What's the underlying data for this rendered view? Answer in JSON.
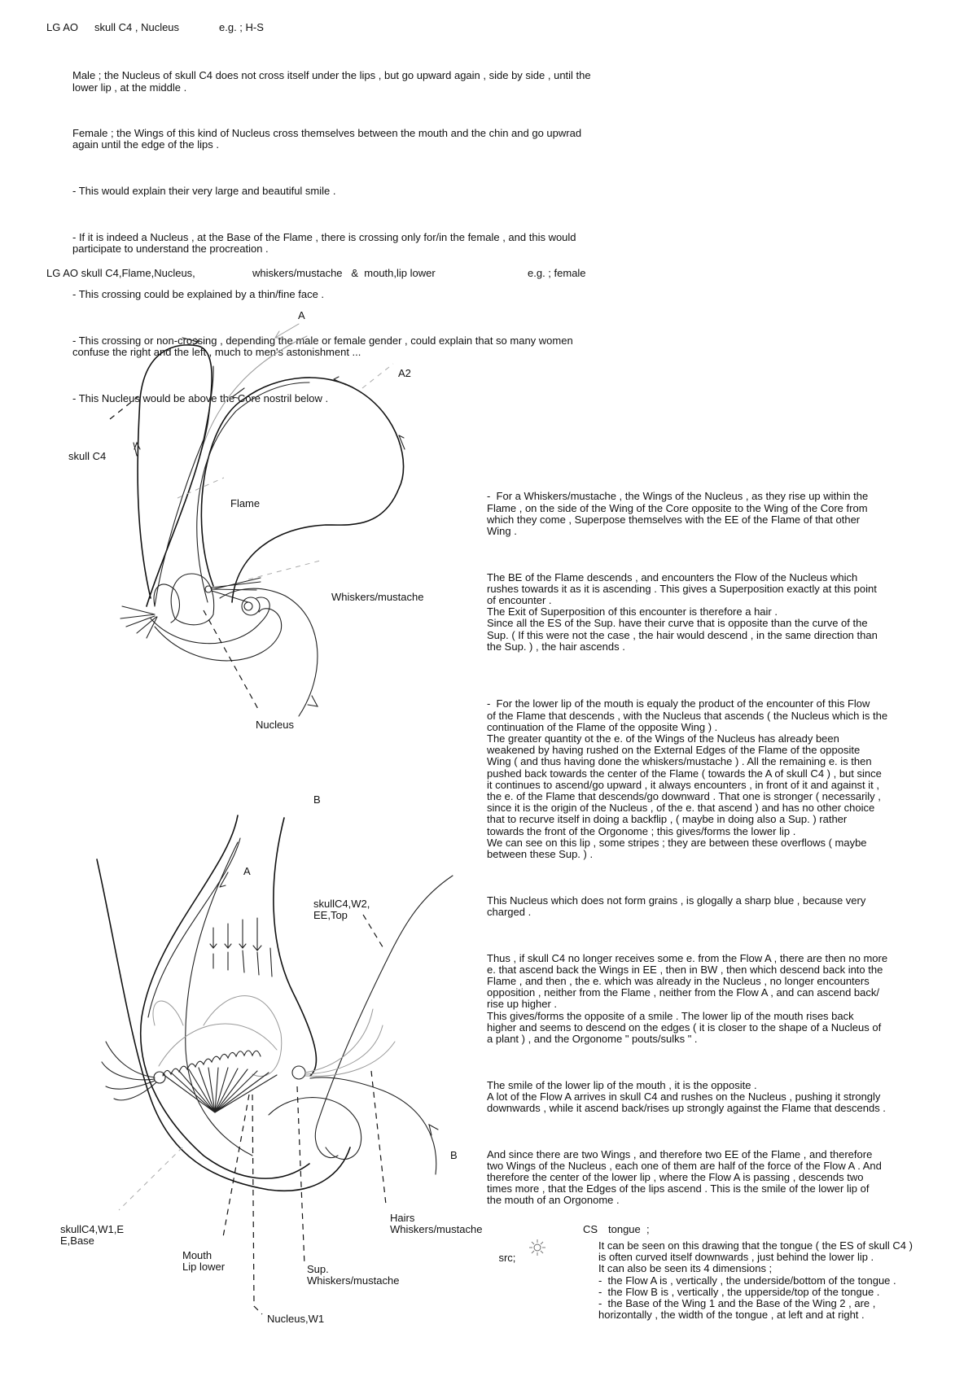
{
  "section1": {
    "header": {
      "prefix": "LG AO",
      "topic": "skull C4 , Nucleus",
      "example": "e.g. ; H-S"
    },
    "paragraphs": [
      "Male ; the Nucleus of skull C4 does not cross itself under the lips , but go upward again , side by side , until the\nlower lip , at the middle .",
      "Female ; the Wings of this kind of Nucleus cross themselves between the mouth and the chin and go upwrad\nagain until the edge of the lips .",
      "- This would explain their very large and beautiful smile .",
      "- If it is indeed a Nucleus , at the Base of the Flame , there is crossing only for/in the female , and this would\nparticipate to understand the procreation .",
      "- This crossing could be explained by a thin/fine face .",
      "- This crossing or non-crossing , depending the male or female gender , could explain that so many women\nconfuse the right and the left , much to men's astonishment ...",
      "- This Nucleus would be above the Core nostril below ."
    ]
  },
  "section2": {
    "header": {
      "prefix": "LG AO skull C4,Flame,Nucleus,",
      "topic": "whiskers/mustache   &  mouth,lip lower",
      "example": "e.g. ; female"
    },
    "drawing1_labels": {
      "a": "A",
      "a2": "A2",
      "skull": "skull C4",
      "flame": "Flame",
      "whiskers": "Whiskers/mustache",
      "nucleus": "Nucleus",
      "b": "B"
    },
    "drawing2_labels": {
      "a": "A",
      "w2": "skullC4,W2,\nEE,Top",
      "b": "B",
      "hairs": "Hairs\nWhiskers/mustache",
      "w1": "skullC4,W1,E\nE,Base",
      "mouth": "Mouth\nLip lower",
      "sup": "Sup.\nWhiskers/mustache",
      "nucleus_w1": "Nucleus,W1"
    },
    "text_blocks": [
      "-  For a Whiskers/mustache , the Wings of the Nucleus , as they rise up within the\nFlame , on the side of the Wing of the Core opposite to the Wing of the Core from\nwhich they come , Superpose themselves with the EE of the Flame of that other\nWing .",
      "The BE of the Flame descends , and encounters the Flow of the Nucleus which\nrushes towards it as it is ascending . This gives a Superposition exactly at this point\nof encounter .\nThe Exit of Superposition of this encounter is therefore a hair .\nSince all the ES of the Sup. have their curve that is opposite than the curve of the\nSup. ( If this were not the case , the hair would descend , in the same direction than\nthe Sup. ) , the hair ascends .",
      "-  For the lower lip of the mouth is equaly the product of the encounter of this Flow\nof the Flame that descends , with the Nucleus that ascends ( the Nucleus which is the\ncontinuation of the Flame of the opposite Wing ) .\nThe greater quantity ot the e. of the Wings of the Nucleus has already been\nweakened by having rushed on the External Edges of the Flame of the opposite\nWing ( and thus having done the whiskers/mustache ) . All the remaining e. is then\npushed back towards the center of the Flame ( towards the A of skull C4 ) , but since\nit continues to ascend/go upward , it always encounters , in front of it and against it ,\nthe e. of the Flame that descends/go downward . That one is stronger ( necessarily ,\nsince it is the origin of the Nucleus , of the e. that ascend ) and has no other choice\nthat to recurve itself in doing a backflip , ( maybe in doing also a Sup. ) rather\ntowards the front of the Orgonome ; this gives/forms the lower lip .\nWe can see on this lip , some stripes ; they are between these overflows ( maybe\nbetween these Sup. ) .",
      "This Nucleus which does not form grains , is glogally a sharp blue , because very\ncharged .",
      "Thus , if skull C4 no longer receives some e. from the Flow A , there are then no more\ne. that ascend back the Wings in EE , then in BW , then which descend back into the\nFlame , and then , the e. which was already in the Nucleus , no longer encounters\nopposition , neither from the Flame , neither from the Flow A , and can ascend back/\nrise up higher .\nThis gives/forms the opposite of a smile . The lower lip of the mouth rises back\nhigher and seems to descend on the edges ( it is closer to the shape of a Nucleus of\na plant ) , and the Orgonome \" pouts/sulks \" .",
      "The smile of the lower lip of the mouth , it is the opposite .\nA lot of the Flow A arrives in skull C4 and rushes on the Nucleus , pushing it strongly\ndownwards , while it ascend back/rises up strongly against the Flame that descends .",
      "And since there are two Wings , and therefore two EE of the Flame , and therefore\ntwo Wings of the Nucleus , each one of them are half of the force of the Flow A . And\ntherefore the center of the lower lip , where the Flow A is passing , descends two\ntimes more , that the Edges of the lips ascend . This is the smile of the lower lip of\nthe mouth of an Orgonome ."
    ],
    "src_label": "src;",
    "src_icon": "sun-icon"
  },
  "section3": {
    "header": {
      "prefix": "CS",
      "topic": "tongue  ;"
    },
    "body": "It can be seen on this drawing that the tongue ( the ES of skull C4 )\nis often curved itself downwards , just behind the lower lip .\nIt can also be seen its 4 dimensions ;\n-  the Flow A is , vertically , the underside/bottom of the tongue .\n-  the Flow B is , vertically , the upperside/top of the tongue .\n-  the Base of the Wing 1 and the Base of the Wing 2 , are ,\nhorizontally , the width of the tongue , at left and at right ."
  }
}
